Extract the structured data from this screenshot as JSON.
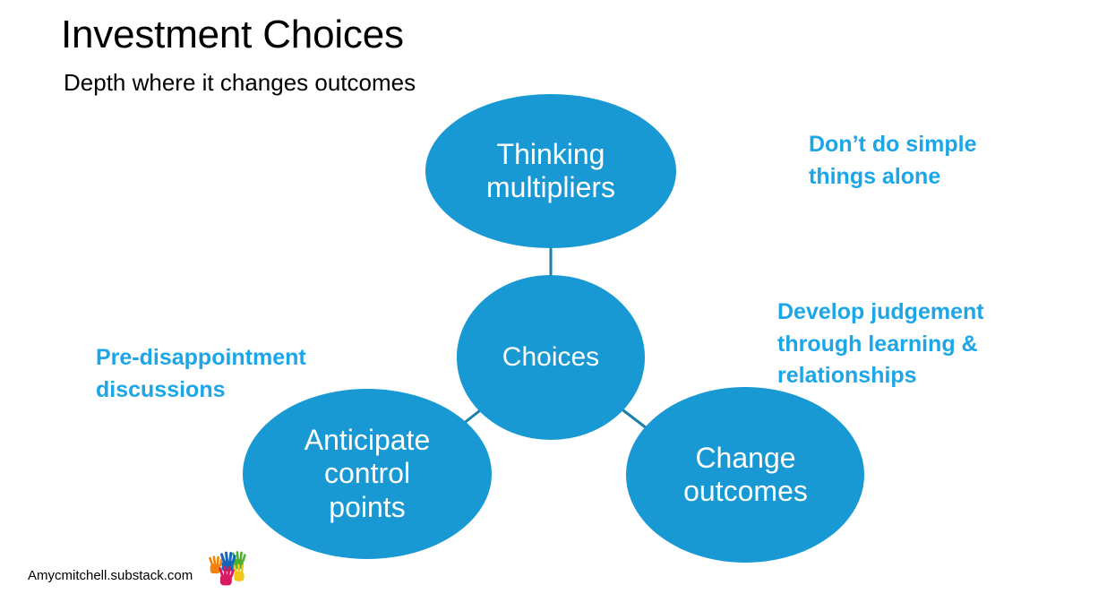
{
  "header": {
    "title": "Investment Choices",
    "subtitle": "Depth where it changes outcomes"
  },
  "diagram": {
    "type": "hub-and-spoke",
    "hub": {
      "label": "Choices"
    },
    "nodes": [
      {
        "id": "thinking",
        "label": "Thinking\nmultipliers",
        "position": "top"
      },
      {
        "id": "anticipate",
        "label": "Anticipate\ncontrol\npoints",
        "position": "bottom-left"
      },
      {
        "id": "change",
        "label": "Change\noutcomes",
        "position": "bottom-right"
      }
    ],
    "connectors": 3
  },
  "annotations": [
    {
      "id": "top-right",
      "text": "Don’t do simple\nthings alone"
    },
    {
      "id": "mid-right",
      "text": "Develop judgement\nthrough learning &\nrelationships"
    },
    {
      "id": "left",
      "text": "Pre-disappointment\ndiscussions"
    }
  ],
  "footer": {
    "site": "Amycmitchell.substack.com",
    "logo_alt": "colored-hands-logo"
  },
  "colors": {
    "node_fill": "#1899D4",
    "connector": "#1B7FA8",
    "annotation_text": "#1CA6E8",
    "heading_text": "#000000",
    "node_text": "#FFFFFF",
    "background": "#FFFFFF"
  }
}
